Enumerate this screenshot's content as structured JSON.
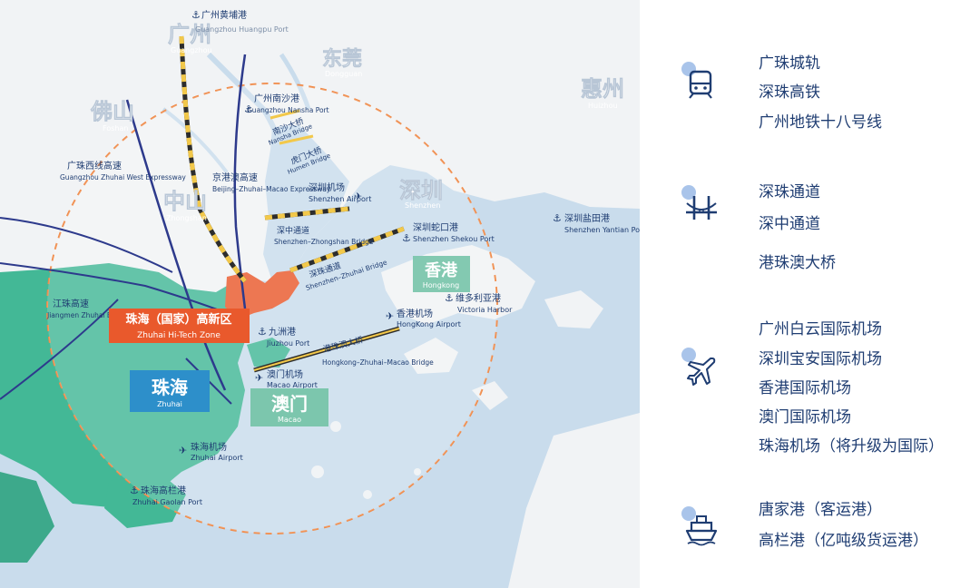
{
  "map": {
    "cities": [
      {
        "zh": "广州",
        "en": "Guangzhou"
      },
      {
        "zh": "东莞",
        "en": "Dongguan"
      },
      {
        "zh": "惠州",
        "en": "Huizhou"
      },
      {
        "zh": "佛山",
        "en": "Foshan"
      },
      {
        "zh": "中山",
        "en": "Zhongshan"
      },
      {
        "zh": "深圳",
        "en": "Shenzhen"
      }
    ],
    "ports": [
      {
        "zh": "广州黄埔港",
        "en": "Guangzhou Huangpu Port"
      },
      {
        "zh": "广州南沙港",
        "en": "Guangzhou Nansha Port"
      },
      {
        "zh": "深圳蛇口港",
        "en": "Shenzhen Shekou Port"
      },
      {
        "zh": "深圳盐田港",
        "en": "Shenzhen Yantian Port"
      },
      {
        "zh": "维多利亚港",
        "en": "Victoria Harbor"
      },
      {
        "zh": "九洲港",
        "en": "Jiuzhou Port"
      },
      {
        "zh": "珠海高栏港",
        "en": "Zhuhai Gaolan Port"
      }
    ],
    "airports": [
      {
        "zh": "深圳机场",
        "en": "Shenzhen Airport"
      },
      {
        "zh": "香港机场",
        "en": "HongKong Airport"
      },
      {
        "zh": "澳门机场",
        "en": "Macao Airport"
      },
      {
        "zh": "珠海机场",
        "en": "Zhuhai Airport"
      }
    ],
    "bridges": [
      {
        "zh": "南沙大桥",
        "en": "Nansha Bridge"
      },
      {
        "zh": "虎门大桥",
        "en": "Humen Bridge"
      },
      {
        "zh": "深中通道",
        "en": "Shenzhen–Zhongshan Bridge"
      },
      {
        "zh": "深珠通道",
        "en": "Shenzhen–Zhuhai Bridge"
      },
      {
        "zh": "港珠澳大桥",
        "en": "Hongkong–Zhuhai–Macao Bridge"
      }
    ],
    "expressways": [
      {
        "zh": "广珠西线高速",
        "en": "Guangzhou Zhuhai West Expressway"
      },
      {
        "zh": "京港澳高速",
        "en": "Beijing–Zhuhai–Macao Expressway"
      },
      {
        "zh": "江珠高速",
        "en": "Jiangmen Zhuhai Expressway"
      }
    ],
    "zones": {
      "hitech": {
        "zh": "珠海（国家）高新区",
        "en": "Zhuhai Hi-Tech Zone"
      },
      "hongkong": {
        "zh": "香港",
        "en": "Hongkong"
      },
      "zhuhai": {
        "zh": "珠海",
        "en": "Zhuhai"
      },
      "macao": {
        "zh": "澳门",
        "en": "Macao"
      }
    },
    "colors": {
      "sea": "#c9dcec",
      "land": "#f1f3f5",
      "zhuhai_land": "#43b896",
      "hitech": "#e9592c",
      "text_blue": "#1f3d72",
      "ring": "#f08a48",
      "rail": "#f2c84a"
    }
  },
  "legend": {
    "groups": [
      {
        "icon": "rail-train-icon",
        "items": [
          "广珠城轨",
          "深珠高铁",
          "广州地铁十八号线"
        ]
      },
      {
        "icon": "bridge-icon",
        "items": [
          "深珠通道",
          "深中通道",
          "港珠澳大桥"
        ]
      },
      {
        "icon": "airplane-icon",
        "items": [
          "广州白云国际机场",
          "深圳宝安国际机场",
          "香港国际机场",
          "澳门国际机场",
          "珠海机场（将升级为国际）"
        ]
      },
      {
        "icon": "ship-icon",
        "items": [
          "唐家港（客运港）",
          "高栏港（亿吨级货运港）"
        ]
      }
    ]
  }
}
